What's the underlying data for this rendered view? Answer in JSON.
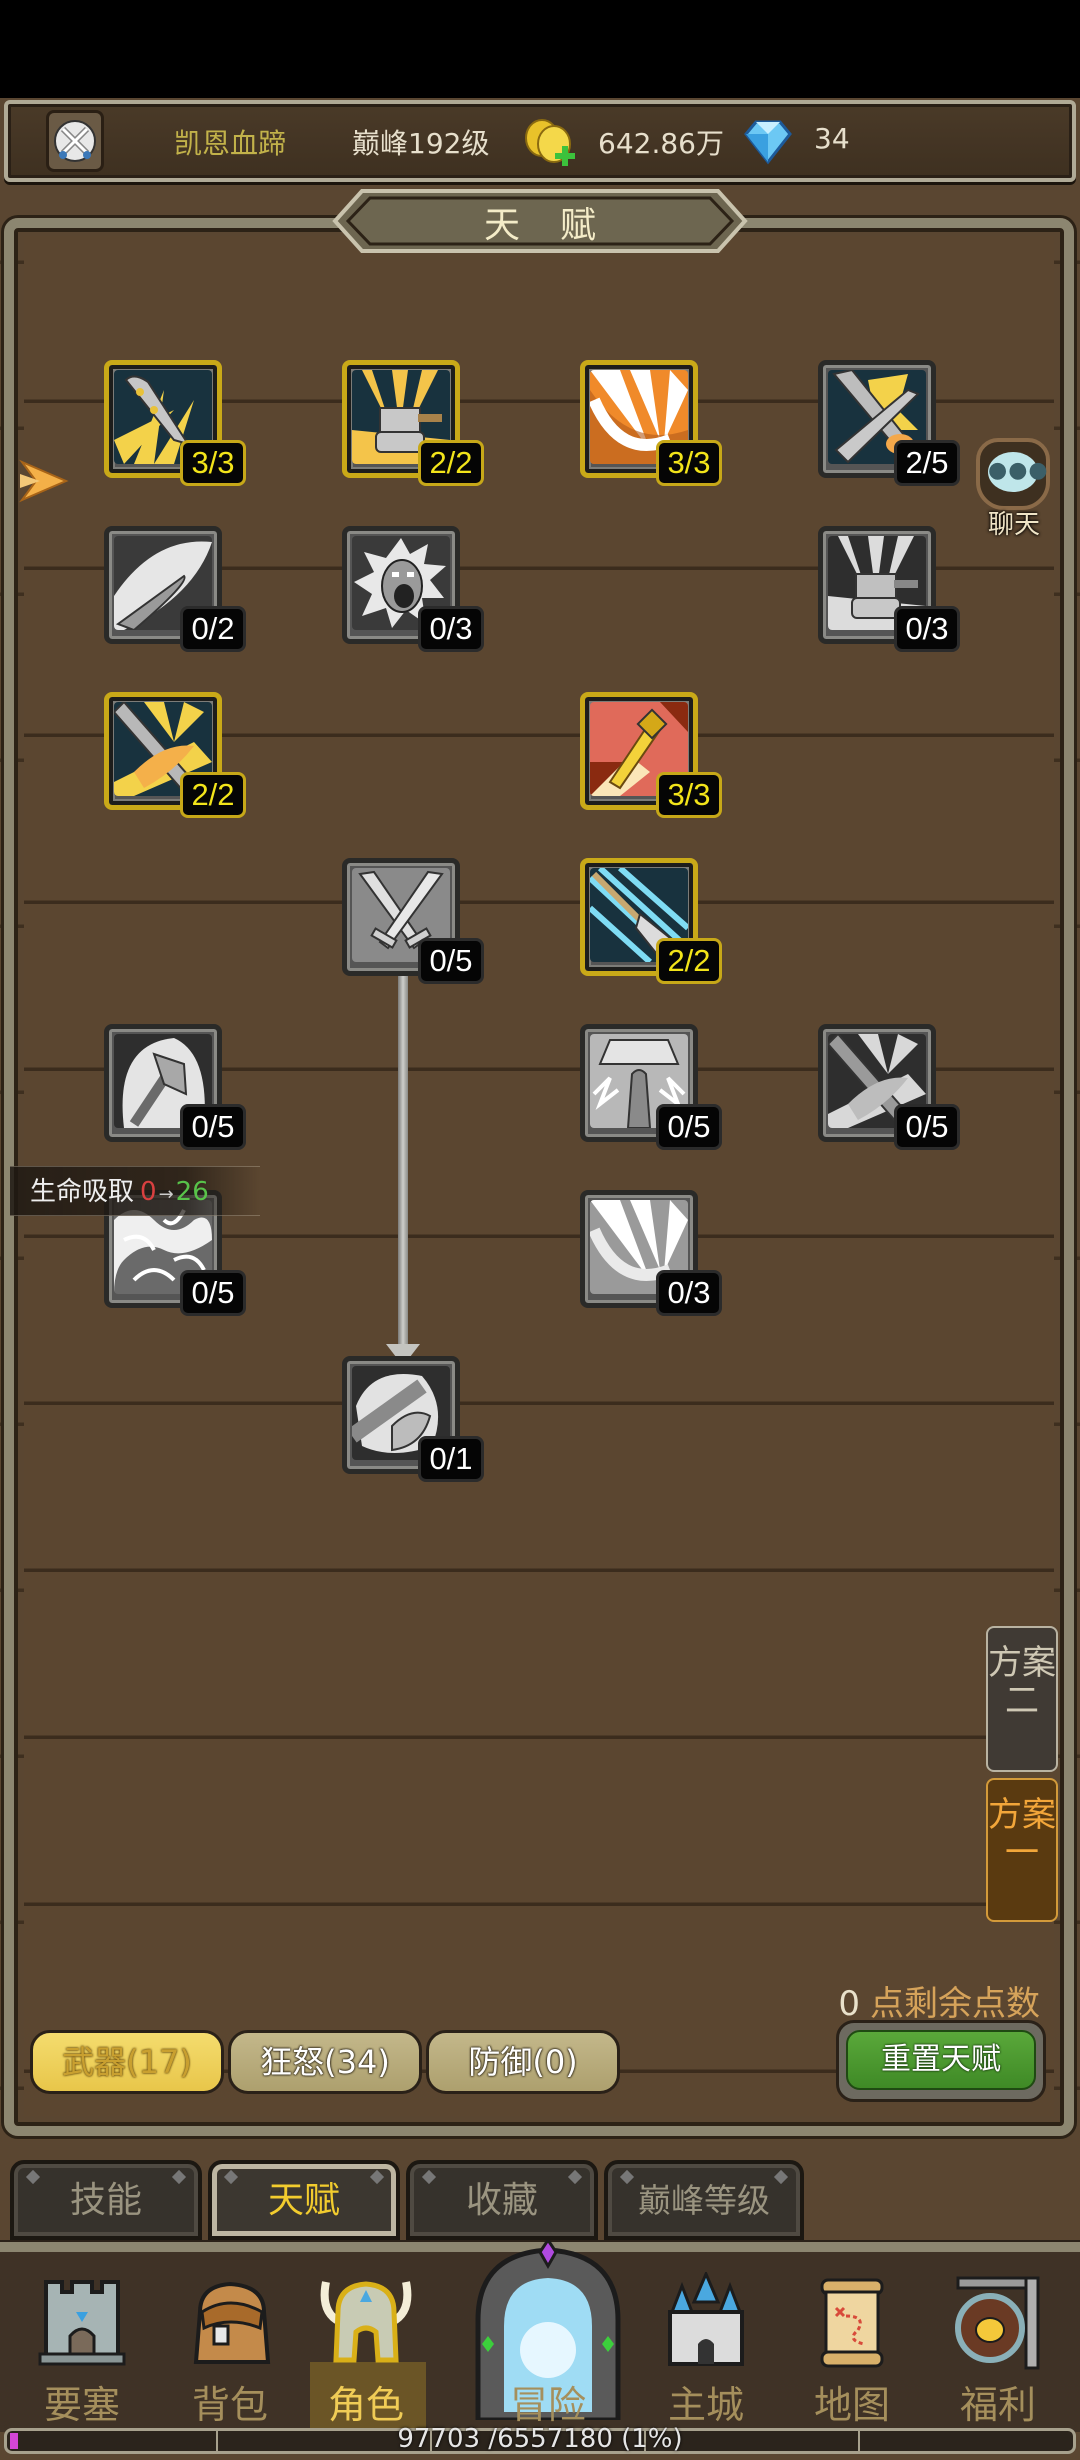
{
  "header": {
    "player_name": "凯恩血蹄",
    "peak_level": "巅峰192级",
    "gold": "642.86万",
    "diamonds": "34",
    "icons": {
      "avatar": "crossed-swords-emblem-icon",
      "gold": "gold-coins-plus-icon",
      "diamond": "diamond-icon"
    }
  },
  "panel": {
    "title": "天赋",
    "chat_label": "聊天",
    "remaining_points_value": "0",
    "remaining_points_label": "点剩余点数",
    "reset_label": "重置天赋"
  },
  "talent_nodes": [
    {
      "id": "n1",
      "progress": "3/3",
      "lit": true,
      "icon": "golden-blade-slash-icon"
    },
    {
      "id": "n2",
      "progress": "2/2",
      "lit": true,
      "icon": "hammer-burst-icon"
    },
    {
      "id": "n3",
      "progress": "3/3",
      "lit": true,
      "icon": "fire-slash-icon"
    },
    {
      "id": "n4",
      "progress": "2/5",
      "lit": false,
      "icon": "sword-parry-icon"
    },
    {
      "id": "n5",
      "progress": "0/2",
      "lit": false,
      "icon": "blade-slash-icon"
    },
    {
      "id": "n6",
      "progress": "0/3",
      "lit": false,
      "icon": "roar-face-icon"
    },
    {
      "id": "n7",
      "progress": "0/3",
      "lit": false,
      "icon": "hammer-burst-icon"
    },
    {
      "id": "n8",
      "progress": "2/2",
      "lit": true,
      "icon": "golden-sword-strike-icon"
    },
    {
      "id": "n9",
      "progress": "3/3",
      "lit": true,
      "icon": "flaming-dagger-icon"
    },
    {
      "id": "n10",
      "progress": "0/5",
      "lit": false,
      "icon": "crossed-swords-icon"
    },
    {
      "id": "n11",
      "progress": "2/2",
      "lit": true,
      "icon": "ice-spear-icon"
    },
    {
      "id": "n12",
      "progress": "0/5",
      "lit": false,
      "icon": "axe-swing-icon"
    },
    {
      "id": "n13",
      "progress": "0/5",
      "lit": false,
      "icon": "lightning-hammer-icon"
    },
    {
      "id": "n14",
      "progress": "0/5",
      "lit": false,
      "icon": "sword-strike-icon"
    },
    {
      "id": "n15",
      "progress": "0/5",
      "lit": false,
      "icon": "blood-frenzy-icon"
    },
    {
      "id": "n16",
      "progress": "0/3",
      "lit": false,
      "icon": "fire-slash-icon"
    },
    {
      "id": "n17",
      "progress": "0/1",
      "lit": false,
      "icon": "great-axe-icon"
    }
  ],
  "tooltip": {
    "label": "生命吸取",
    "old_value": "0",
    "arrow": "→",
    "new_value": "26"
  },
  "schemes": [
    {
      "label": "方案二",
      "active": false
    },
    {
      "label": "方案一",
      "active": true
    }
  ],
  "categories": [
    {
      "label": "武器(17)",
      "active": true
    },
    {
      "label": "狂怒(34)",
      "active": false
    },
    {
      "label": "防御(0)",
      "active": false
    }
  ],
  "sub_tabs": [
    {
      "label": "技能",
      "active": false
    },
    {
      "label": "天赋",
      "active": true
    },
    {
      "label": "收藏",
      "active": false
    },
    {
      "label": "巅峰等级",
      "active": false
    }
  ],
  "bottom_nav": [
    {
      "label": "要塞",
      "icon": "fortress-icon",
      "active": false
    },
    {
      "label": "背包",
      "icon": "backpack-icon",
      "active": false
    },
    {
      "label": "角色",
      "icon": "horned-helmet-icon",
      "active": true
    },
    {
      "label": "冒险",
      "icon": "portal-gate-icon",
      "active": false
    },
    {
      "label": "主城",
      "icon": "castle-icon",
      "active": false
    },
    {
      "label": "地图",
      "icon": "treasure-map-icon",
      "active": false
    },
    {
      "label": "福利",
      "icon": "gong-coin-icon",
      "active": false
    }
  ],
  "exp_bar": {
    "text": "97703 /6557180 (1%)",
    "percent": 1
  },
  "colors": {
    "wood_bg": "#5b4630",
    "frame_stone": "#8c8670",
    "lit_gold": "#c9a918",
    "badge_lit_text": "#f2e41a",
    "reset_green": "#4a9a30",
    "active_tab_text": "#f2cc2e",
    "exp_fill": "#d446d6"
  }
}
